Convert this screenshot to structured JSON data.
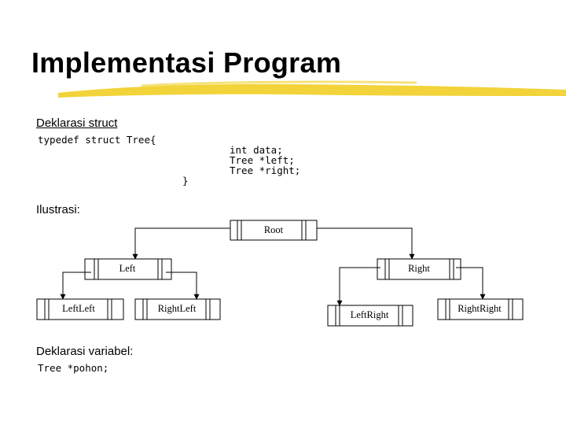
{
  "slide": {
    "title": "Implementasi Program"
  },
  "section_struct": {
    "heading": "Deklarasi struct",
    "code_line1": "typedef struct Tree{",
    "code_line2": "int data;",
    "code_line3": "Tree *left;",
    "code_line4": "Tree *right;",
    "code_line5": "}"
  },
  "section_illustration": {
    "heading": "Ilustrasi:",
    "nodes": {
      "root": "Root",
      "left": "Left",
      "right": "Right",
      "left_left": "LeftLeft",
      "right_left": "RightLeft",
      "left_right": "LeftRight",
      "right_right": "RightRight"
    }
  },
  "section_variable": {
    "heading": "Deklarasi variabel:",
    "code_line1": "Tree *pohon;"
  },
  "colors": {
    "accent_bar": "#f2d33a",
    "text": "#000000"
  }
}
